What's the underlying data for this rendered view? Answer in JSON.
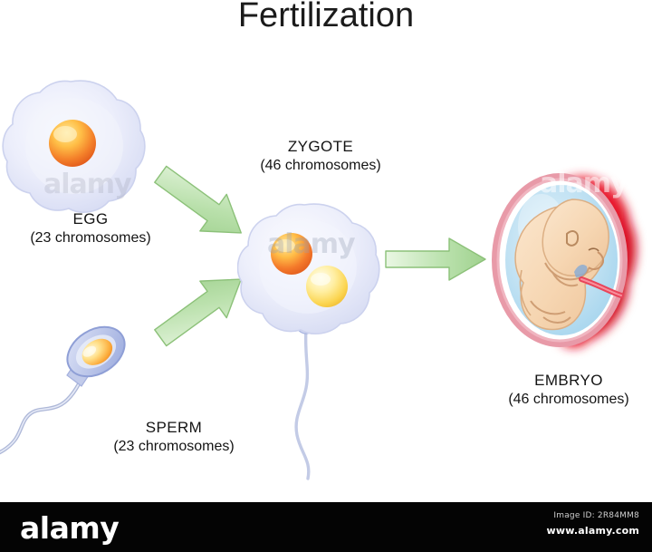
{
  "title": "Fertilization",
  "diagram": {
    "type": "biological-process-flow",
    "subject": "Human fertilization: egg + sperm -> zygote -> embryo",
    "stages": [
      {
        "id": "egg",
        "name": "EGG",
        "detail": "(23 chromosomes)",
        "chromosomes": 23,
        "description": "Ovum with single orange nucleus surrounded by pale lavender cytoplasm"
      },
      {
        "id": "sperm",
        "name": "SPERM",
        "detail": "(23 chromosomes)",
        "chromosomes": 23,
        "description": "Spermatozoon with blue oval head, orange nucleus and long wavy flagellum"
      },
      {
        "id": "zygote",
        "name": "ZYGOTE",
        "detail": "(46 chromosomes)",
        "chromosomes": 46,
        "description": "Fertilized cell containing two pronuclei with sperm tail still attached"
      },
      {
        "id": "embryo",
        "name": "EMBRYO",
        "detail": "(46 chromosomes)",
        "chromosomes": 46,
        "description": "Fetus curled inside pale blue amniotic sac with red placenta"
      }
    ],
    "arrows": [
      {
        "id": "egg-to-zygote",
        "from": "egg",
        "to": "zygote",
        "direction": "down-right"
      },
      {
        "id": "sperm-to-zygote",
        "from": "sperm",
        "to": "zygote",
        "direction": "up-right"
      },
      {
        "id": "zygote-to-embryo",
        "from": "zygote",
        "to": "embryo",
        "direction": "right"
      }
    ]
  },
  "colors": {
    "arrow_light": "#d8efd0",
    "arrow_mid": "#a8d79a",
    "arrow_stroke": "#7fb86e",
    "cell_cytoplasm": "#e8eaf8",
    "cell_outline": "#c3c8e8",
    "nucleus_orange": "#f07020",
    "nucleus_yellow": "#fbe06a",
    "sperm_head": "#aab6e2",
    "placenta_red": "#e8152a",
    "amnion_blue": "#bfe0f2",
    "skin": "#f6d9b8",
    "footer_bg": "#040404",
    "text": "#141414"
  },
  "watermarks": {
    "overlay_text": "alamy"
  },
  "footer": {
    "logo": "alamy",
    "image_id": "Image ID: 2R84MM8",
    "url": "www.alamy.com"
  }
}
